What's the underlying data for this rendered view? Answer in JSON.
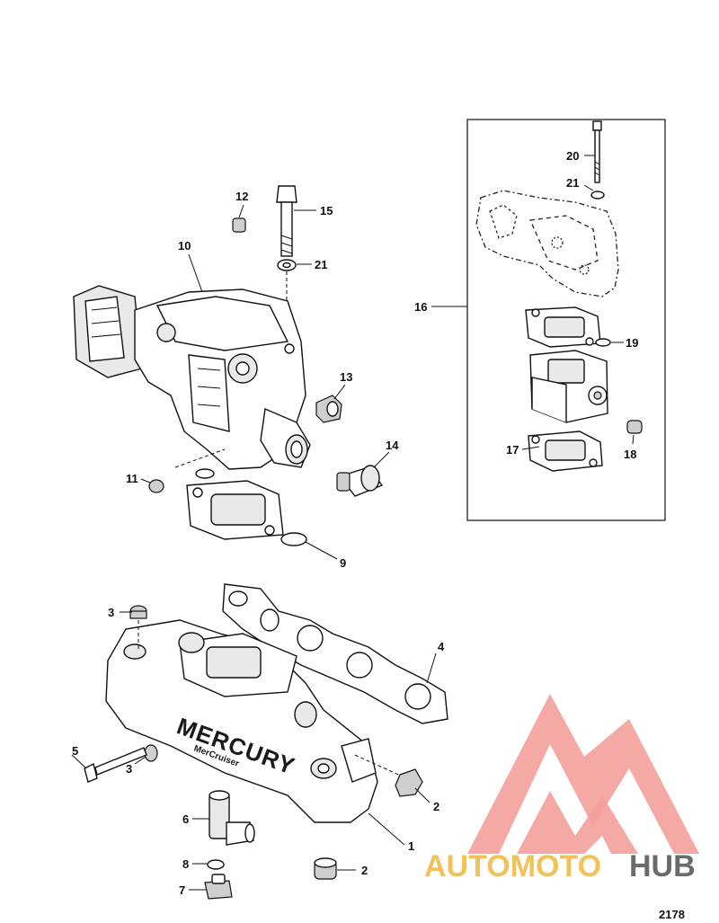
{
  "callouts": [
    {
      "id": "c1",
      "label": "1"
    },
    {
      "id": "c2a",
      "label": "2"
    },
    {
      "id": "c2b",
      "label": "2"
    },
    {
      "id": "c3a",
      "label": "3"
    },
    {
      "id": "c3b",
      "label": "3"
    },
    {
      "id": "c4",
      "label": "4"
    },
    {
      "id": "c5",
      "label": "5"
    },
    {
      "id": "c6",
      "label": "6"
    },
    {
      "id": "c7",
      "label": "7"
    },
    {
      "id": "c8",
      "label": "8"
    },
    {
      "id": "c9",
      "label": "9"
    },
    {
      "id": "c10",
      "label": "10"
    },
    {
      "id": "c11",
      "label": "11"
    },
    {
      "id": "c12",
      "label": "12"
    },
    {
      "id": "c13",
      "label": "13"
    },
    {
      "id": "c14",
      "label": "14"
    },
    {
      "id": "c15",
      "label": "15"
    },
    {
      "id": "c16",
      "label": "16"
    },
    {
      "id": "c17",
      "label": "17"
    },
    {
      "id": "c18",
      "label": "18"
    },
    {
      "id": "c19",
      "label": "19"
    },
    {
      "id": "c20",
      "label": "20"
    },
    {
      "id": "c21a",
      "label": "21"
    },
    {
      "id": "c21b",
      "label": "21"
    }
  ],
  "manifold_brand": "MERCURY",
  "manifold_subbrand": "MerCruiser",
  "figure_number": "2178",
  "watermark": {
    "text_part1": "AUTOMOTO",
    "text_part2": "HUB",
    "color_primary": "#f4a09a",
    "color_accent": "#f2c25a",
    "color_dark": "#6b6b6b"
  }
}
